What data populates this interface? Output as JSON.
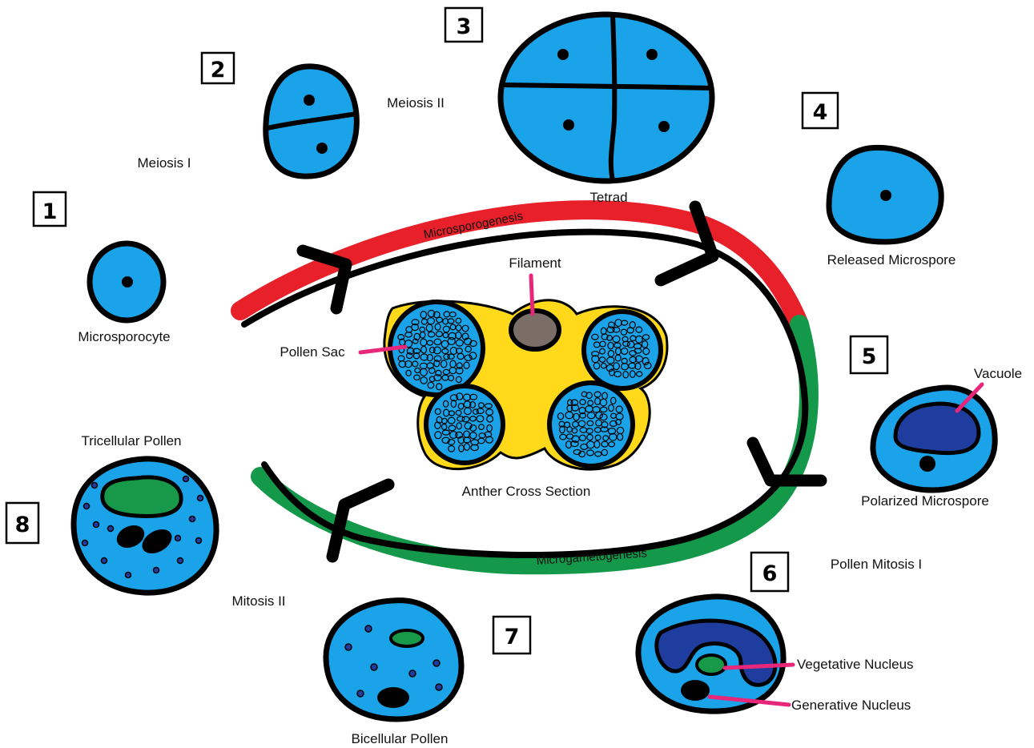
{
  "colors": {
    "cell_fill": "#1aa3e8",
    "vacuole_fill": "#1f3d9e",
    "nucleus_green": "#18994a",
    "outline": "#000000",
    "arc_red": "#e8202a",
    "arc_green": "#14994a",
    "anther_yellow": "#ffd91a",
    "filament_brown": "#7a6e66",
    "pointer_pink": "#e8267a"
  },
  "stage_numbers": [
    "1",
    "2",
    "3",
    "4",
    "5",
    "6",
    "7",
    "8"
  ],
  "labels": {
    "microsporocyte": "Microsporocyte",
    "meiosis_1": "Meiosis I",
    "meiosis_2": "Meiosis II",
    "tetrad": "Tetrad",
    "released_microspore": "Released Microspore",
    "vacuole": "Vacuole",
    "polarized_microspore": "Polarized Microspore",
    "pollen_mitosis_1": "Pollen Mitosis I",
    "vegetative_nucleus": "Vegetative Nucleus",
    "generative_nucleus": "Generative Nucleus",
    "bicellular_pollen": "Bicellular Pollen",
    "mitosis_2": "Mitosis II",
    "tricellular_pollen": "Tricellular Pollen",
    "filament": "Filament",
    "pollen_sac": "Pollen Sac",
    "anther_cross_section": "Anther Cross Section"
  },
  "phases": {
    "top": "Microsporogenesis",
    "bottom": "Microgametogenesis"
  }
}
